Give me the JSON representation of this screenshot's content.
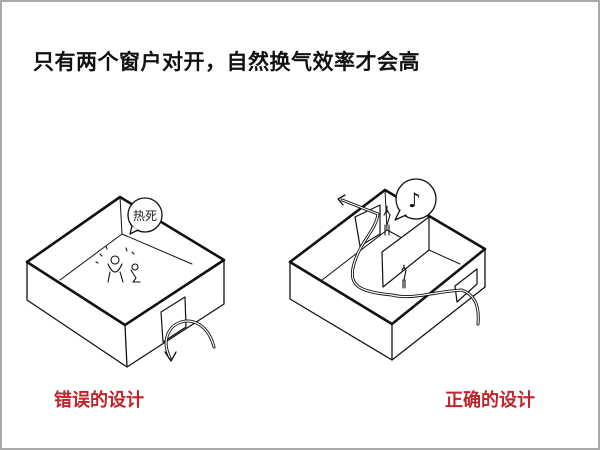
{
  "title": "只有两个窗户对开，自然换气效率才会高",
  "wrong_design": {
    "label": "错误的设计",
    "speech_bubble": "热死"
  },
  "right_design": {
    "label": "正确的设计",
    "speech_bubble": "♪"
  },
  "colors": {
    "label_red": "#c0252b",
    "line": "#111111"
  }
}
